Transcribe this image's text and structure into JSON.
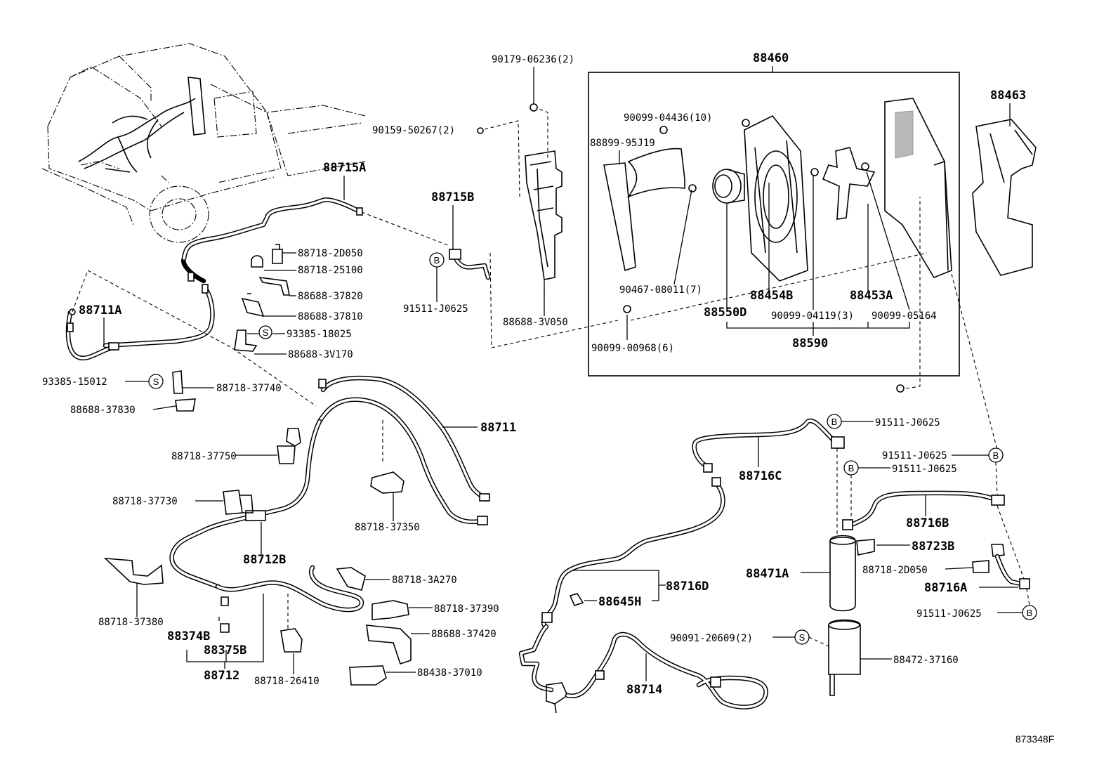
{
  "diagram_ref": "873348F",
  "symbols": {
    "bolt_marker": "B",
    "standard_marker": "S"
  },
  "labels": {
    "p88460": "88460",
    "p88463": "88463",
    "p90179_06236": "90179-06236(2)",
    "p90159_50267": "90159-50267(2)",
    "p90099_04436": "90099-04436(10)",
    "p88899_95J19": "88899-95J19",
    "p88715A": "88715A",
    "p88715B": "88715B",
    "p88718_2D050_a": "88718-2D050",
    "p88718_25100": "88718-25100",
    "p88688_37820": "88688-37820",
    "p88688_37810": "88688-37810",
    "p93385_18025": "93385-18025",
    "p88688_3V170": "88688-3V170",
    "p88711A": "88711A",
    "p91511_J0625_a": "91511-J0625",
    "p88688_3V050": "88688-3V050",
    "p90467_08011": "90467-08011(7)",
    "p88454B": "88454B",
    "p88453A": "88453A",
    "p88550D": "88550D",
    "p90099_04119": "90099-04119(3)",
    "p90099_05164": "90099-05164",
    "p88590": "88590",
    "p90099_00968": "90099-00968(6)",
    "p93385_15012": "93385-15012",
    "p88718_37740": "88718-37740",
    "p88688_37830": "88688-37830",
    "p88711": "88711",
    "p88718_37750": "88718-37750",
    "p88718_37730": "88718-37730",
    "p88718_37350": "88718-37350",
    "p88712B": "88712B",
    "p88718_3A270": "88718-3A270",
    "p88718_37390": "88718-37390",
    "p88718_37380": "88718-37380",
    "p88374B": "88374B",
    "p88375B": "88375B",
    "p88712": "88712",
    "p88688_37420": "88688-37420",
    "p88718_26410": "88718-26410",
    "p88438_37010": "88438-37010",
    "p91511_J0625_b": "91511-J0625",
    "p88716C": "88716C",
    "p91511_J0625_c": "91511-J0625",
    "p91511_J0625_d": "91511-J0625",
    "p88716B": "88716B",
    "p88723B": "88723B",
    "p88471A": "88471A",
    "p88718_2D050_b": "88718-2D050",
    "p88716A": "88716A",
    "p91511_J0625_e": "91511-J0625",
    "p88716D": "88716D",
    "p88645H": "88645H",
    "p90091_20609": "90091-20609(2)",
    "p88472_37160": "88472-37160",
    "p88714": "88714"
  }
}
